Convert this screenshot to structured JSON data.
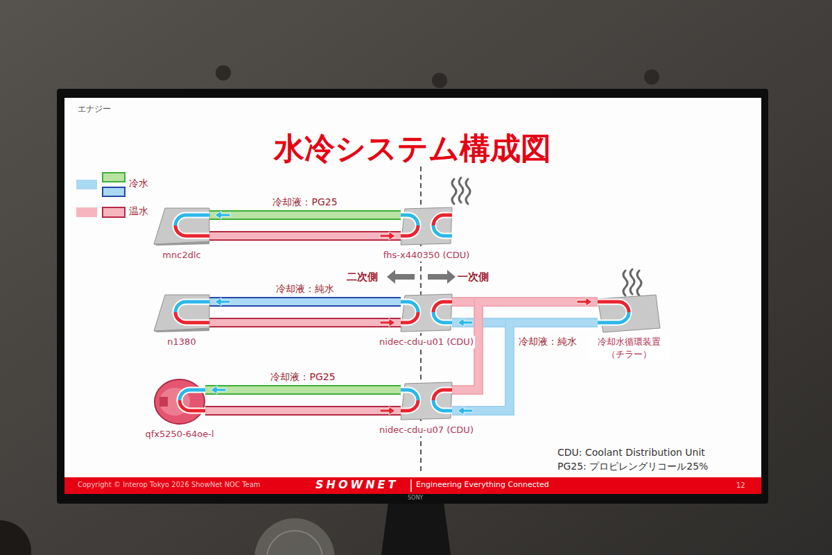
{
  "diagram": {
    "title": "水冷システム構成図",
    "nodes": [
      {
        "text": [
          "mnc2dlc"
        ]
      },
      {
        "text": [
          "fhs-x440350 (CDU)"
        ]
      },
      {
        "text": [
          "n1380"
        ]
      },
      {
        "text": [
          "nidec-cdu-u01 (CDU)"
        ]
      },
      {
        "text": [
          "冷却水循環装置 （チラー）"
        ]
      },
      {
        "text": [
          "qfx5250-64oe-l"
        ]
      },
      {
        "text": [
          "nidec-cdu-u07 (CDU)"
        ]
      }
    ],
    "edges": [
      {
        "from": 1,
        "to": 0,
        "arrow": "to",
        "label": "冷却液：PG25"
      },
      {
        "from": 0,
        "to": 1,
        "arrow": "to"
      },
      {
        "from": 3,
        "to": 2,
        "arrow": "to",
        "label": "冷却液：純水"
      },
      {
        "from": 2,
        "to": 3,
        "arrow": "to"
      },
      {
        "from": 3,
        "to": 4,
        "arrow": "to"
      },
      {
        "from": 4,
        "to": 3,
        "arrow": "to"
      },
      {
        "from": 6,
        "to": 5,
        "arrow": "to",
        "label": "冷却液：PG25"
      },
      {
        "from": 5,
        "to": 6,
        "arrow": "to"
      },
      {
        "from": 6,
        "to": 4,
        "arrow": "to"
      },
      {
        "from": 4,
        "to": 6,
        "arrow": "to"
      }
    ],
    "labels": [
      "エナジー",
      "二次側",
      "一次側",
      "冷却液：純水",
      "CDU: Coolant Distribution Unit",
      "PG25: プロピレングリコール25%",
      "Copyright © Interop Tokyo 2026 ShowNet NOC Team",
      "SHOWNET",
      "Engineering Everything Connected",
      "12",
      "SONY"
    ],
    "legend": [
      {
        "text": "冷水",
        "color": "#a9d9f3"
      },
      {
        "text": "温水",
        "color": "#f6b6bf"
      }
    ]
  }
}
